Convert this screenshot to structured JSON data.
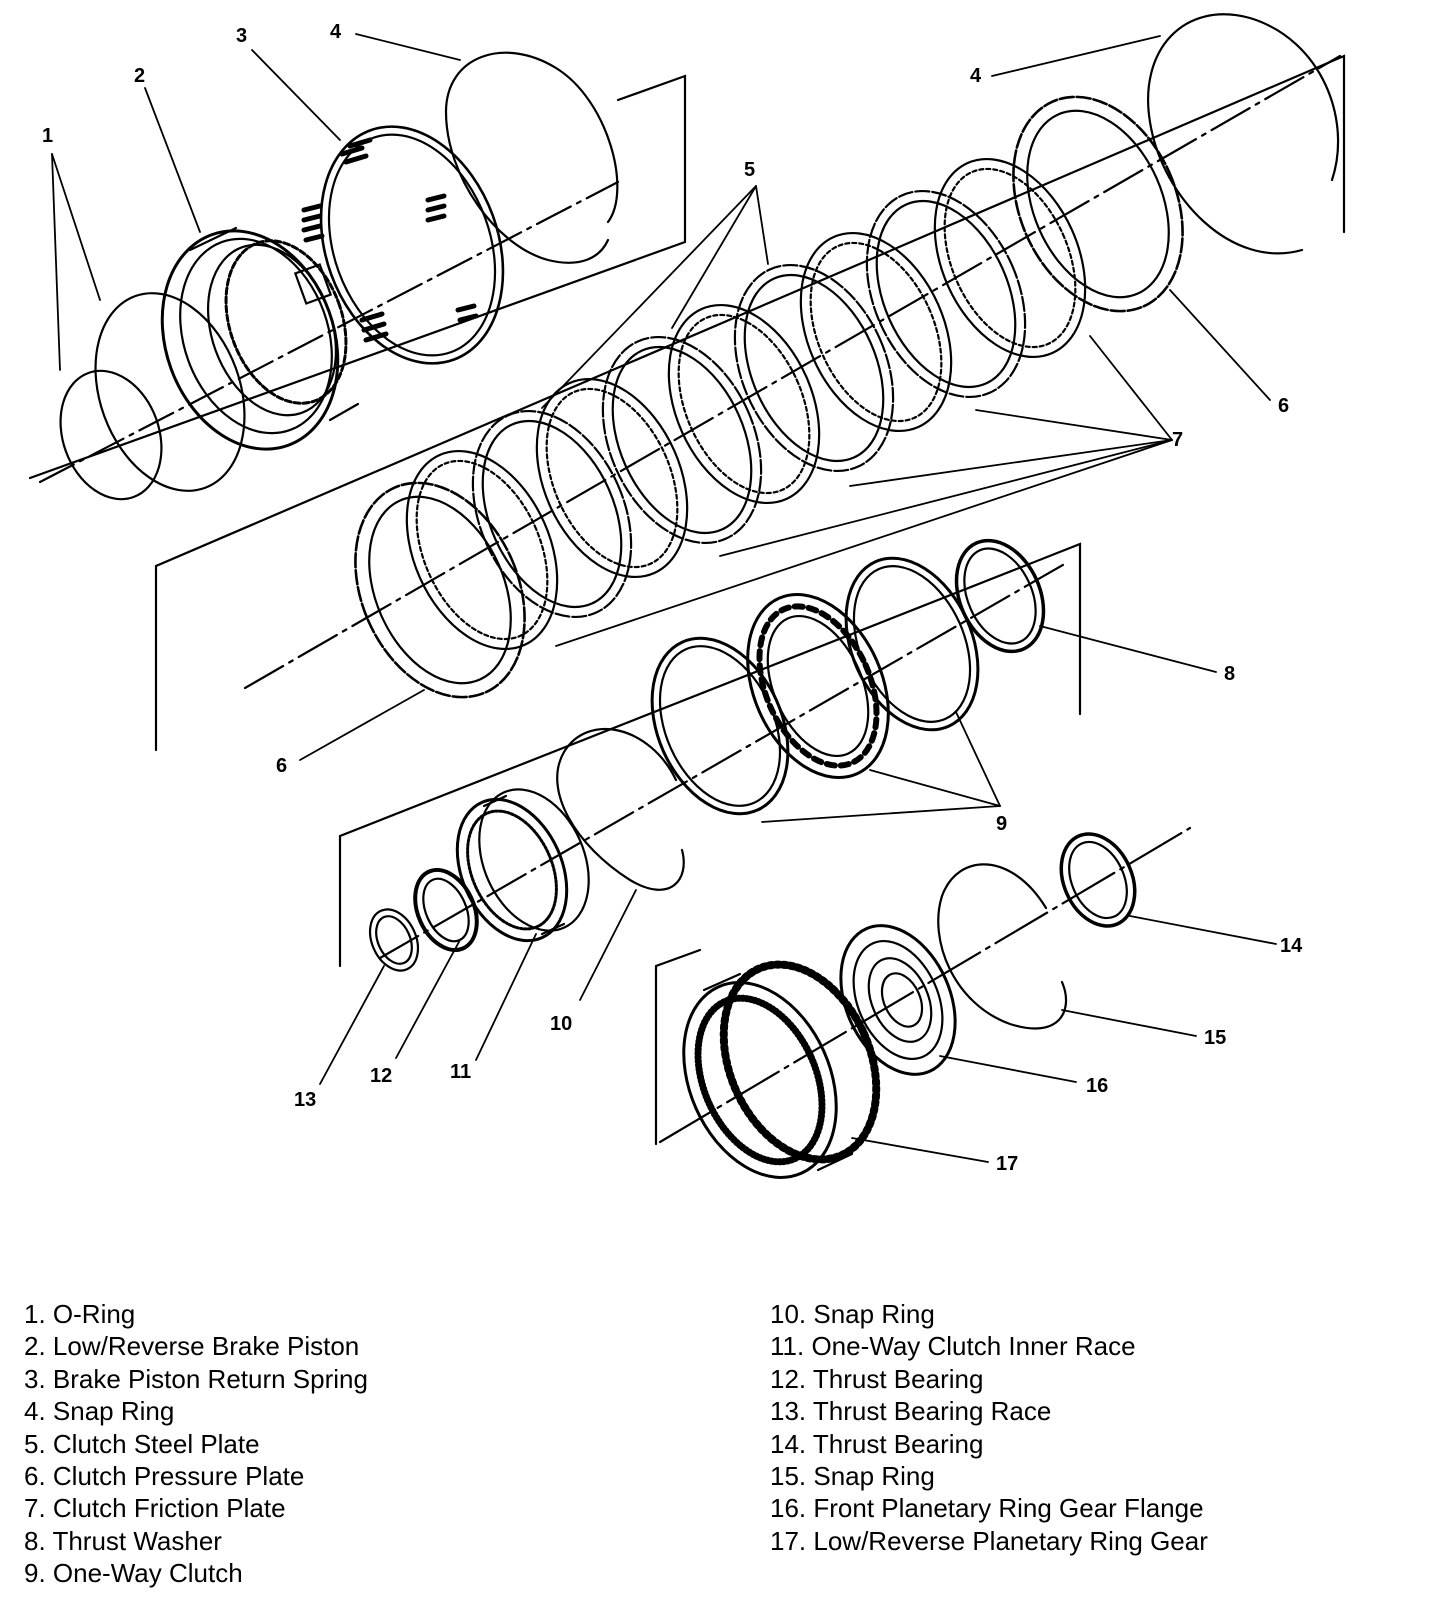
{
  "callouts": [
    {
      "id": "c1",
      "text": "1"
    },
    {
      "id": "c2",
      "text": "2"
    },
    {
      "id": "c3",
      "text": "3"
    },
    {
      "id": "c4a",
      "text": "4"
    },
    {
      "id": "c4b",
      "text": "4"
    },
    {
      "id": "c5",
      "text": "5"
    },
    {
      "id": "c6a",
      "text": "6"
    },
    {
      "id": "c6b",
      "text": "6"
    },
    {
      "id": "c7",
      "text": "7"
    },
    {
      "id": "c8",
      "text": "8"
    },
    {
      "id": "c9",
      "text": "9"
    },
    {
      "id": "c10",
      "text": "10"
    },
    {
      "id": "c11",
      "text": "11"
    },
    {
      "id": "c12",
      "text": "12"
    },
    {
      "id": "c13",
      "text": "13"
    },
    {
      "id": "c14",
      "text": "14"
    },
    {
      "id": "c15",
      "text": "15"
    },
    {
      "id": "c16",
      "text": "16"
    },
    {
      "id": "c17",
      "text": "17"
    }
  ],
  "legend": {
    "left": [
      "1. O-Ring",
      "2. Low/Reverse Brake Piston",
      "3. Brake Piston Return Spring",
      "4. Snap Ring",
      "5. Clutch Steel Plate",
      "6. Clutch Pressure Plate",
      "7. Clutch Friction Plate",
      "8. Thrust Washer",
      "9. One-Way Clutch"
    ],
    "right": [
      "10. Snap Ring",
      "11. One-Way Clutch Inner Race",
      "12. Thrust Bearing",
      "13. Thrust Bearing Race",
      "14. Thrust Bearing",
      "15. Snap Ring",
      "16. Front Planetary Ring Gear Flange",
      "17. Low/Reverse Planetary Ring Gear"
    ]
  }
}
